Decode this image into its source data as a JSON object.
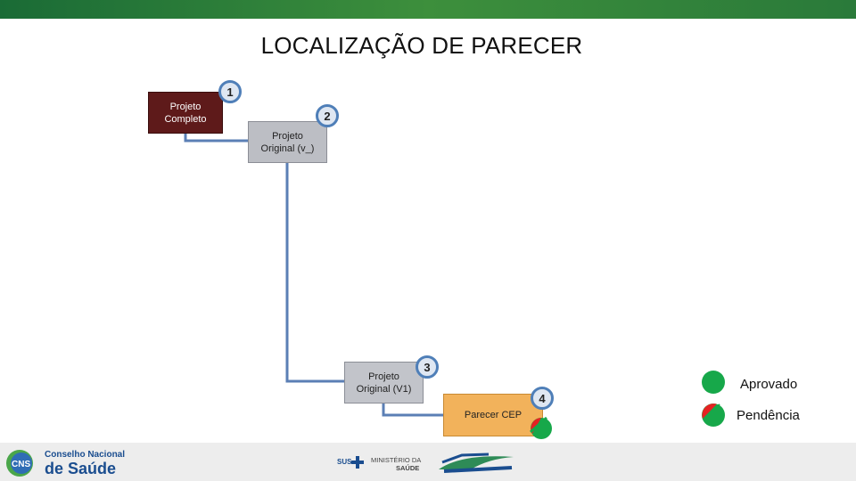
{
  "title": "LOCALIZAÇÃO DE PARECER",
  "nodes": [
    {
      "label": "Projeto\nCompleto",
      "badge": "1",
      "color": "#5e1a1a"
    },
    {
      "label": "Projeto\nOriginal   (v_)",
      "badge": "2",
      "color": "#bcbec4"
    },
    {
      "label": "Projeto\nOriginal (V1)",
      "badge": "3",
      "color": "#c2c4ca"
    },
    {
      "label": "Parecer CEP",
      "badge": "4",
      "color": "#f2b25b"
    }
  ],
  "legend": {
    "approved": {
      "label": "Aprovado",
      "color": "#17a84a"
    },
    "pending": {
      "label": "Pendência",
      "colors": [
        "#17a84a",
        "#e52222"
      ]
    }
  },
  "footer": {
    "cns_line1": "Conselho Nacional",
    "cns_line2": "de Saúde",
    "sus": "SUS",
    "ministry_line1": "MINISTÉRIO DA",
    "ministry_line2": "SAÚDE",
    "logos": [
      "cns-logo",
      "sus-cross-icon",
      "brasil-logo"
    ]
  }
}
